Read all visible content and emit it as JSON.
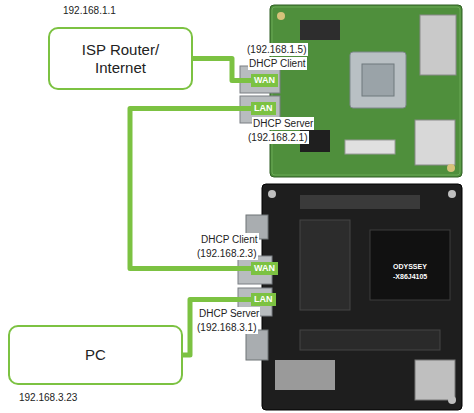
{
  "diagram": {
    "nodes": [
      {
        "text": [
          "ISP Router/ Internet"
        ]
      },
      {
        "text": [
          "WAN"
        ]
      },
      {
        "text": [
          "LAN"
        ]
      },
      {
        "text": [
          "WAN"
        ]
      },
      {
        "text": [
          "LAN"
        ]
      },
      {
        "text": [
          "PC"
        ]
      }
    ],
    "edges": [
      {
        "from": 0,
        "to": 1,
        "arrow": "none"
      },
      {
        "from": 2,
        "to": 3,
        "arrow": "none"
      },
      {
        "from": 4,
        "to": 5,
        "arrow": "none"
      }
    ],
    "labels": [
      "192.168.1.1",
      "(192.168.1.5)",
      "DHCP Client",
      "DHCP Server",
      "(192.168.2.1)",
      "DHCP Client",
      "(192.168.2.3)",
      "DHCP Server",
      "(192.168.3.1)",
      "192.168.3.23",
      "ODYSSEY",
      "-X86J4105"
    ]
  }
}
